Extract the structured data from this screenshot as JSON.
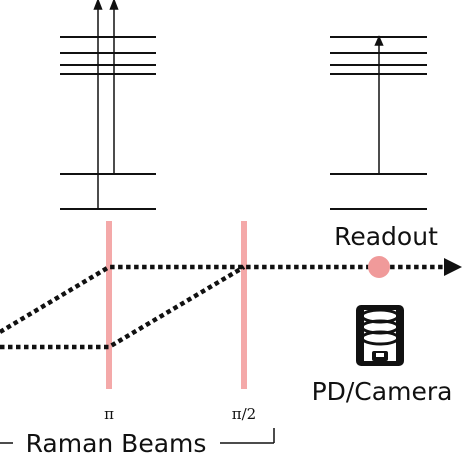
{
  "labels": {
    "readout": "Readout",
    "detector": "PD/Camera",
    "raman_beams": "Raman Beams",
    "pulse_pi": "π",
    "pulse_pi_half": "π/2"
  },
  "icons": {
    "detector": "camera-icon"
  },
  "colors": {
    "beam": "#f4a9a9",
    "atom": "#f09a9a",
    "line": "#111111"
  }
}
